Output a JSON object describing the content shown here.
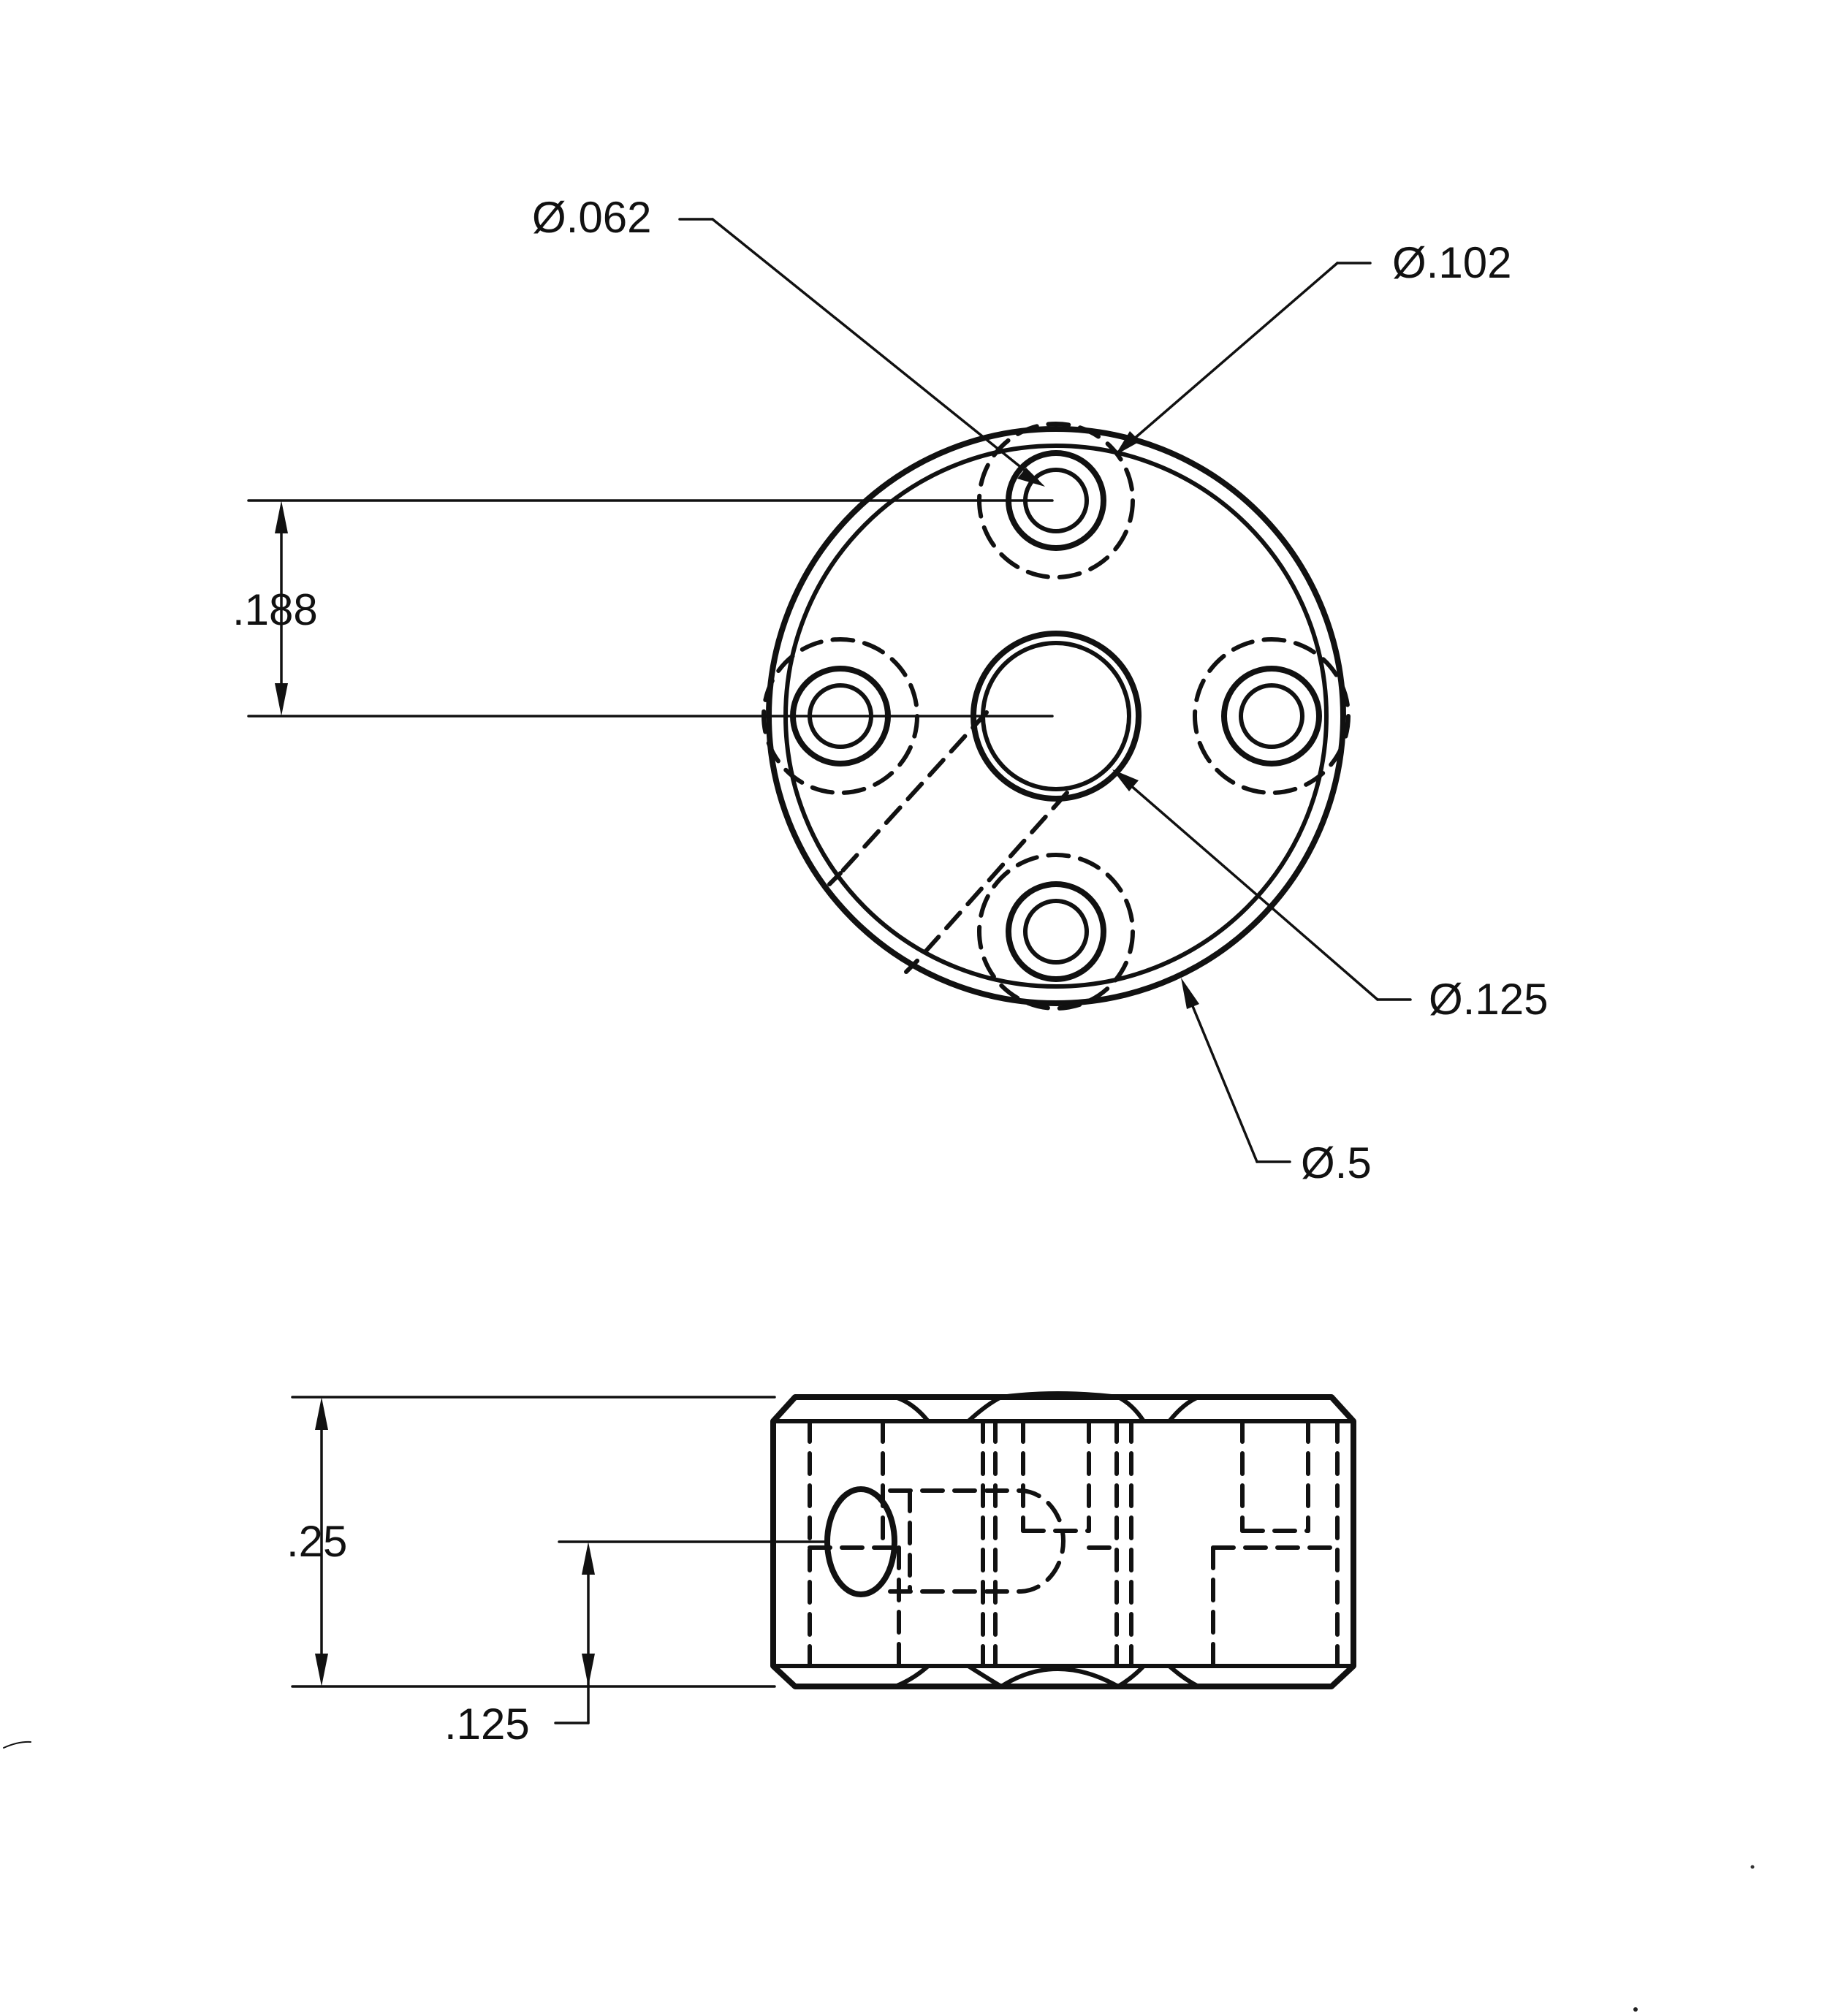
{
  "drawing": {
    "top_view": {
      "labels": {
        "hole_small": "Ø.062",
        "hole_counterbore": "Ø.102",
        "offset": ".188",
        "center_bore": "Ø.125",
        "outer": "Ø.5"
      }
    },
    "side_view": {
      "labels": {
        "height": ".25",
        "hole_height": ".125"
      }
    }
  }
}
